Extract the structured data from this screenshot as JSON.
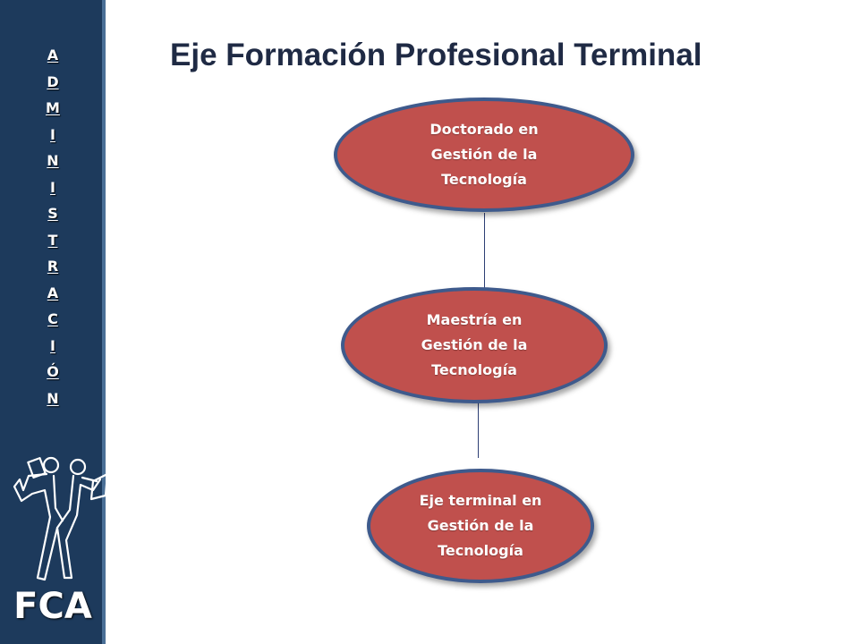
{
  "sidebar": {
    "letters": [
      "A",
      "D",
      "M",
      "I",
      "N",
      "I",
      "S",
      "T",
      "R",
      "A",
      "C",
      "I",
      "Ó",
      "N"
    ],
    "logo_text": "FCA"
  },
  "title": "Eje Formación Profesional Terminal",
  "nodes": [
    {
      "label": "Doctorado en Gestión de la Tecnología"
    },
    {
      "label": "Maestría en Gestión de la Tecnología"
    },
    {
      "label": "Eje terminal en Gestión de la Tecnología"
    }
  ],
  "colors": {
    "sidebar_bg": "#1d3a5c",
    "node_fill": "#c0504d",
    "node_border": "#3e5a8c",
    "title_color": "#1f2a44"
  }
}
